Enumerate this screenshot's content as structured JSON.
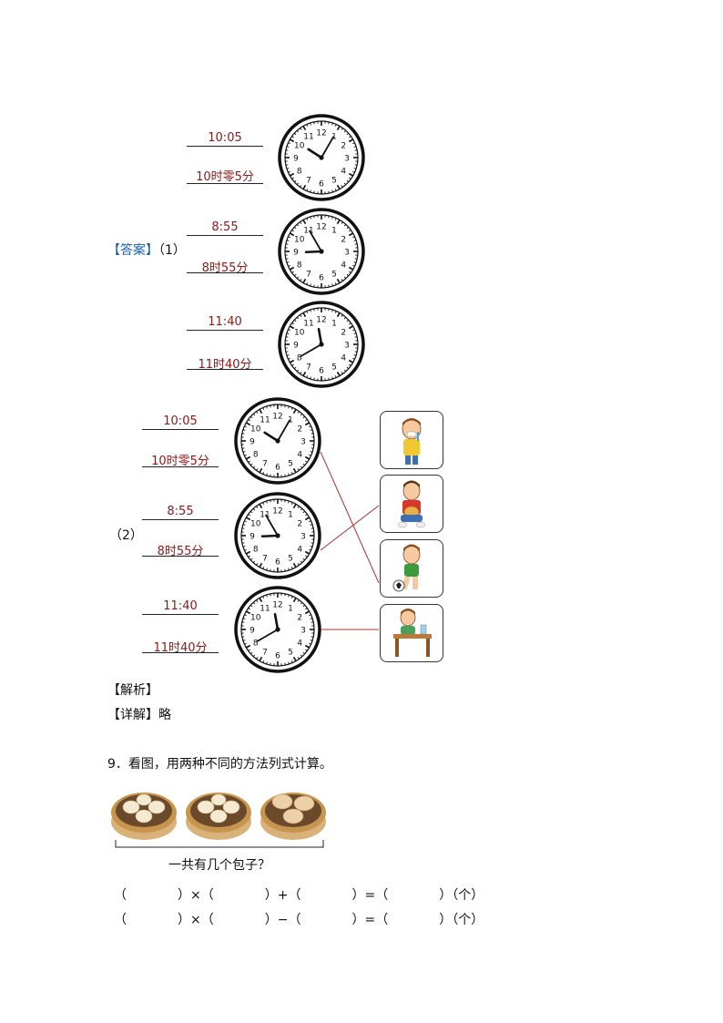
{
  "answer_label": "【答案】",
  "part1_label": "（1）",
  "part2_label": "（2）",
  "clocks": [
    {
      "digital": "10:05",
      "chinese": "10时零5分",
      "hour": 10,
      "minute": 5
    },
    {
      "digital": "8:55",
      "chinese": "8时55分",
      "hour": 8,
      "minute": 55
    },
    {
      "digital": "11:40",
      "chinese": "11时40分",
      "hour": 11,
      "minute": 40
    }
  ],
  "clock_numbers": [
    "12",
    "1",
    "2",
    "3",
    "4",
    "5",
    "6",
    "7",
    "8",
    "9",
    "10",
    "11"
  ],
  "pictures": [
    "boy-brushing-teeth",
    "boy-eating-bread",
    "boy-playing-football",
    "boy-at-desk"
  ],
  "analysis_label": "【解析】",
  "detail_label": "【详解】",
  "detail_text": "略",
  "question9": {
    "text": "9．看图，用两种不同的方法列式计算。",
    "image_caption": "一共有几个包子？",
    "eq1": "（　　　　）×（　　　　）+（　　　　）=（　　　　）（个）",
    "eq2": "（　　　　）×（　　　　）−（　　　　）=（　　　　）（个）"
  },
  "colors": {
    "answer_red": "#8b1a1a",
    "bracket_blue": "#1e5fa8",
    "line_red": "#b03030"
  }
}
